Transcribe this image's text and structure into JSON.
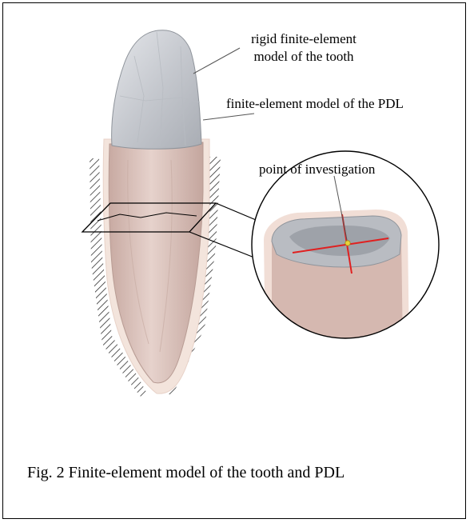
{
  "figure": {
    "labels": {
      "rigid_model": [
        "rigid finite-element",
        "model of the tooth"
      ],
      "pdl_model": "finite-element model of the PDL",
      "point_of_investigation": "point of investigation"
    },
    "caption": "Fig. 2 Finite-element model of the tooth and PDL"
  },
  "colors": {
    "crown": "#c9ccd1",
    "root": "#dcc3bc",
    "pdl": "#f3e4dc",
    "hatch": "#333333",
    "investigation_axes": "#e02020",
    "investigation_point": "#e7d23a"
  }
}
